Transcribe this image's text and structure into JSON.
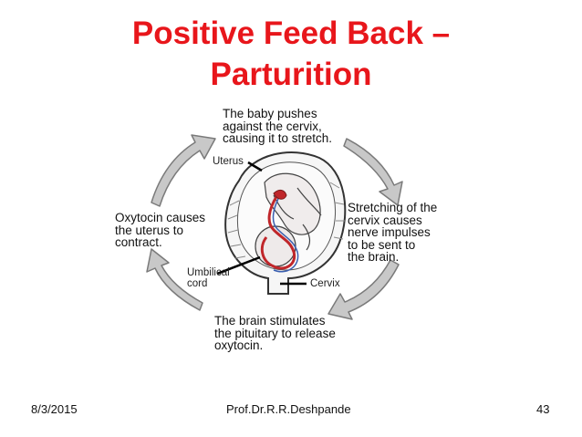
{
  "title": {
    "line1": "Positive Feed Back –",
    "line2": "Parturition"
  },
  "steps": [
    "The baby pushes\nagainst the cervix,\ncausing it to stretch.",
    "Stretching of the\ncervix causes\nnerve impulses\nto be sent to\nthe brain.",
    "The brain stimulates\nthe pituitary to release\noxytocin.",
    "Oxytocin causes\nthe uterus to\ncontract."
  ],
  "labels": {
    "uterus": "Uterus",
    "umbilical_cord": "Umbilical\ncord",
    "cervix": "Cervix"
  },
  "footer": {
    "date": "8/3/2015",
    "author": "Prof.Dr.R.R.Deshpande",
    "page": "43"
  },
  "colors": {
    "title": "#e8161b",
    "arrow_fill": "#c8c8c8",
    "cord_red": "#c0262a",
    "cord_blue": "#3a5fb0"
  }
}
